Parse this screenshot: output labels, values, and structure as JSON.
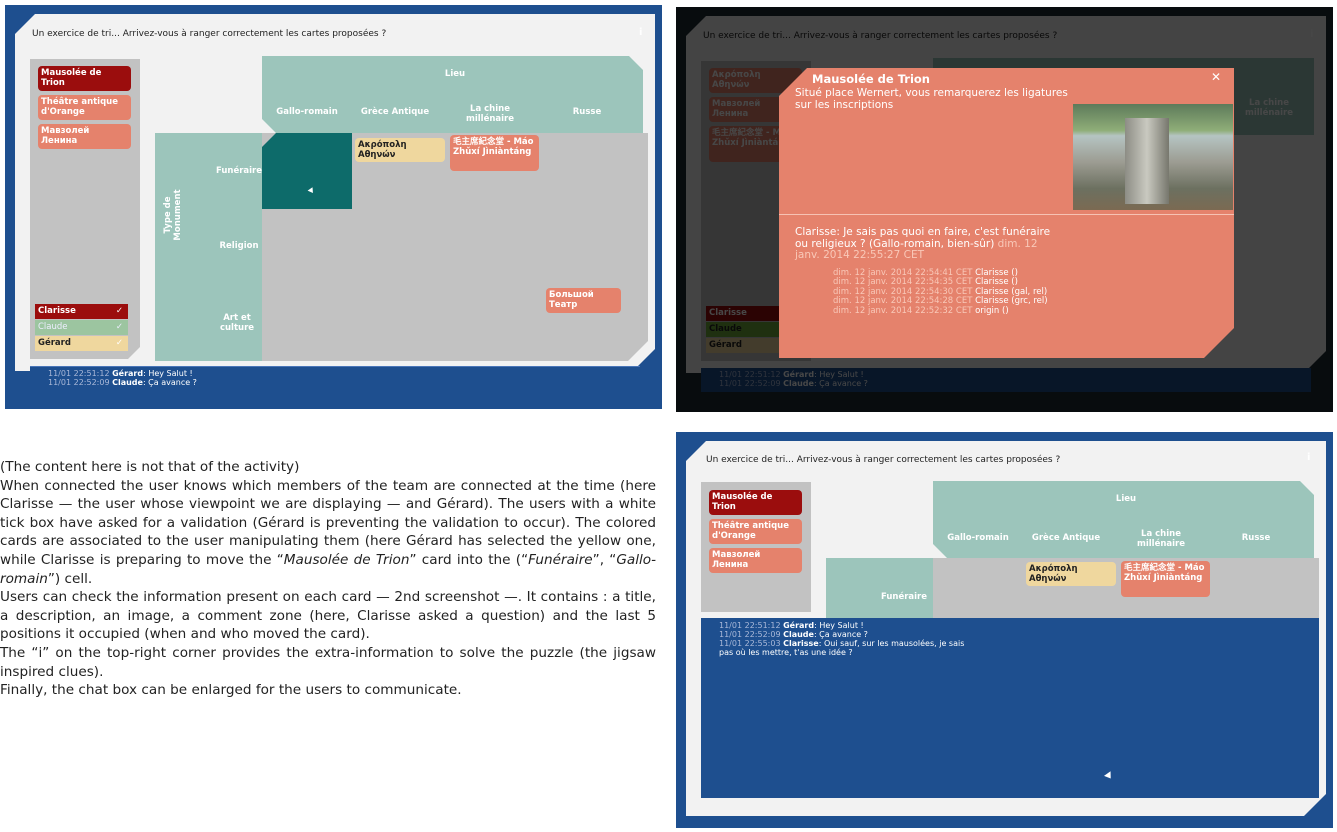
{
  "question": "Un exercice de tri... Arrivez-vous à ranger correctement les cartes proposées ?",
  "info_label": "i",
  "lieu_label": "Lieu",
  "columns": [
    "Gallo-romain",
    "Grèce Antique",
    "La chine millénaire",
    "Russe"
  ],
  "type_label": "Type de Monument",
  "rows": [
    "Funéraire",
    "Religion",
    "Art et culture"
  ],
  "side_cards": [
    "Mausolée de Trion",
    "Théâtre antique d'Orange",
    "Мавзолей Ленина"
  ],
  "grid_cards": {
    "akropolis": "Ακρόπολη Αθηνών",
    "mao": "毛主席紀念堂 - Máo Zhǔxí Jìniàntáng",
    "bolshoi": "Большой Театр"
  },
  "users": [
    {
      "name": "Clarisse",
      "tick": "✓"
    },
    {
      "name": "Claude",
      "tick": "✓"
    },
    {
      "name": "Gérard",
      "tick": "✓"
    }
  ],
  "chat": [
    {
      "time": "11/01 22:51:12",
      "user": "Gérard",
      "msg": ": Hey Salut !"
    },
    {
      "time": "11/01 22:52:09",
      "user": "Claude",
      "msg": ": Ça avance ?"
    },
    {
      "time": "11/01 22:55:03",
      "user": "Clarisse",
      "msg": ": Oui sauf, sur les mausolées, je sais pas où les mettre, t'as une idée ?"
    }
  ],
  "popup": {
    "title": "Mausolée de Trion",
    "description": "Situé place Wernert, vous remarquerez les ligatures sur les inscriptions",
    "comment": "Clarisse: Je sais pas quoi en faire, c'est funéraire ou religieux ? (Gallo-romain, bien-sûr)",
    "comment_date": "dim. 12 janv. 2014 22:55:27 CET",
    "history": [
      {
        "date": "dim. 12 janv. 2014 22:54:41 CET",
        "who": "Clarisse ()"
      },
      {
        "date": "dim. 12 janv. 2014 22:54:35 CET",
        "who": "Clarisse ()"
      },
      {
        "date": "dim. 12 janv. 2014 22:54:30 CET",
        "who": "Clarisse (gal, rel)"
      },
      {
        "date": "dim. 12 janv. 2014 22:54:28 CET",
        "who": "Clarisse (grc, rel)"
      },
      {
        "date": "dim. 12 janv. 2014 22:52:32 CET",
        "who": "origin ()"
      }
    ]
  },
  "paragraphs": {
    "p1": "(The content here is not that of the activity)",
    "p2a": "When connected the user knows which members of the team are connected at the time (here Clarisse — the user whose viewpoint we are displaying — and Gérard). The users with a white tick box have asked for a validation (Gérard is preventing the validation to occur). The colored cards are associated to the user manipulating them (here Gérard has selected the yellow one, while Clarisse is preparing to move the “",
    "p2b": "Mausolée de Trion",
    "p2c": "” card into the (“",
    "p2d": "Funéraire",
    "p2e": "”, “",
    "p2f": "Gallo-romain",
    "p2g": "”) cell.",
    "p3": "Users can check the information present on each card — 2nd screenshot —. It contains : a title, a description, an image, a comment zone (here, Clarisse asked a question) and the last 5 positions it occupied (when and who moved the card).",
    "p4": "The “i” on the top-right corner provides the extra-information to solve the puzzle (the jigsaw inspired clues).",
    "p5": "Finally, the chat box can be enlarged for the users to communicate."
  },
  "colors": {
    "navy": "#1e4f8f",
    "teal": "#9cc5bb",
    "darkteal": "#0d6b6a",
    "salmon": "#e5826c",
    "red": "#9b0d0d",
    "yellow": "#efd79e",
    "grey": "#c2c2c2"
  }
}
